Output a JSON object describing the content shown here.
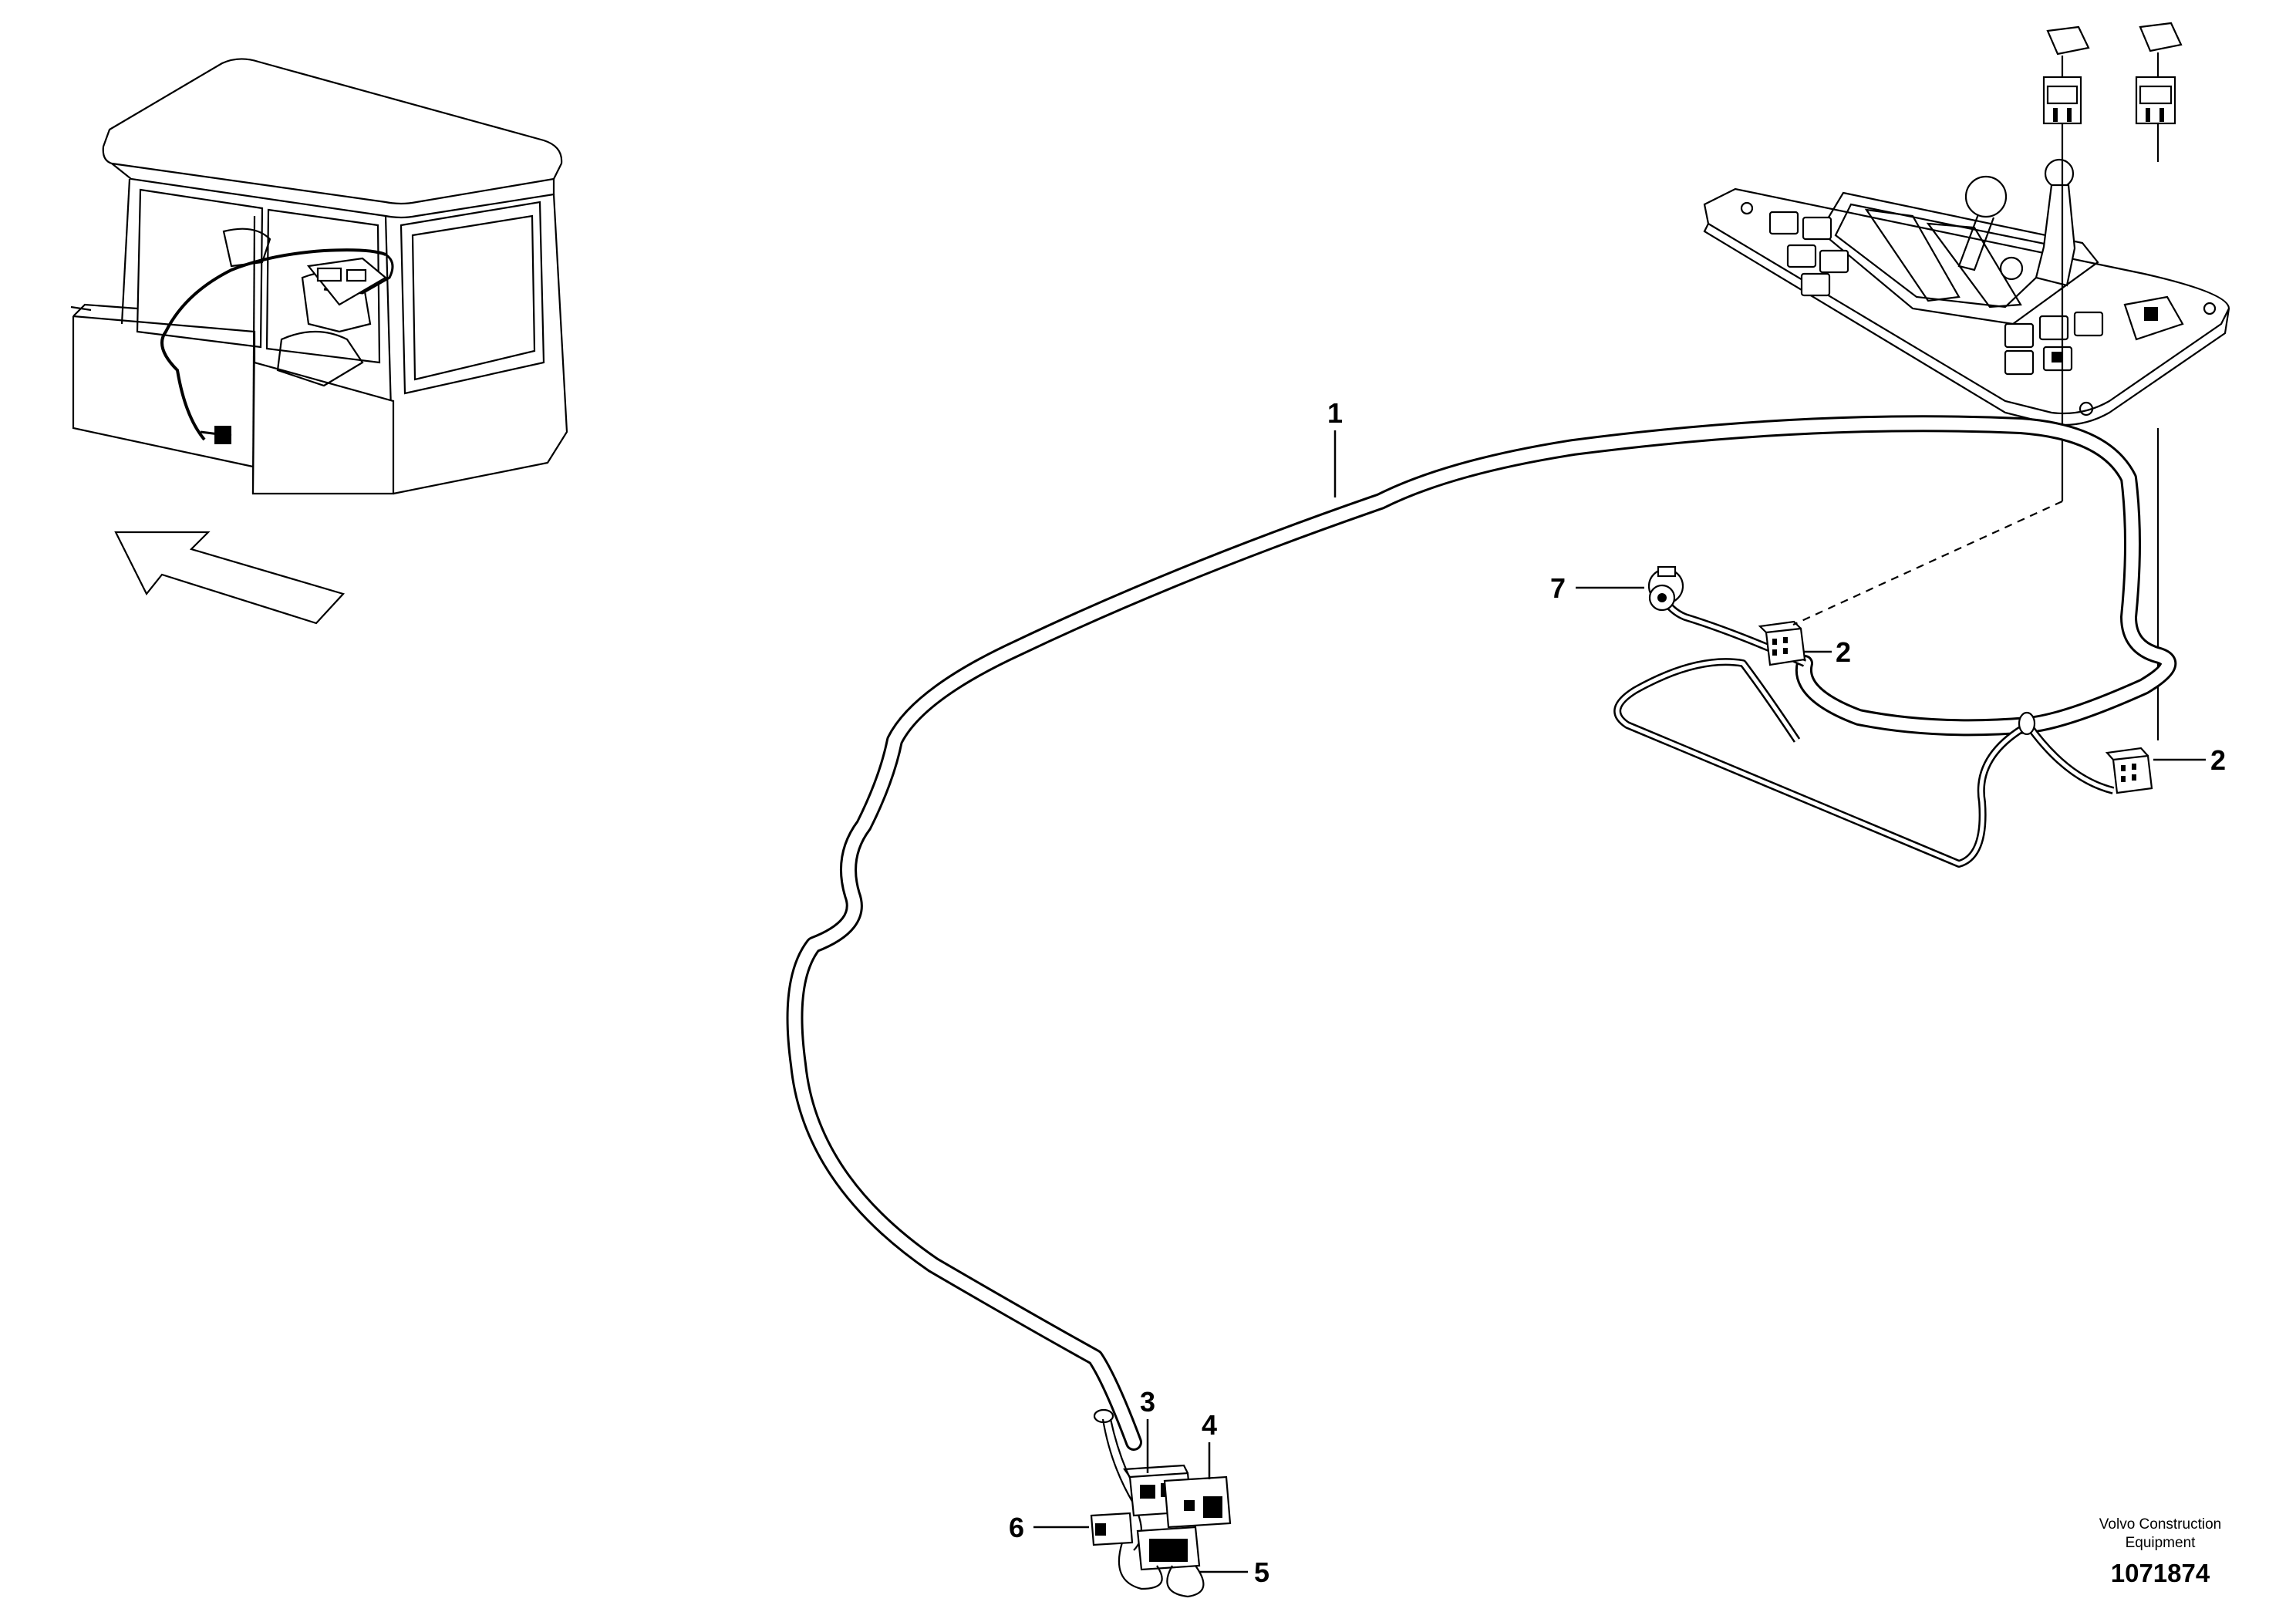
{
  "callouts": {
    "c1": "1",
    "c2a": "2",
    "c2b": "2",
    "c3": "3",
    "c4": "4",
    "c5": "5",
    "c6": "6",
    "c7": "7"
  },
  "brand": {
    "line1": "Volvo Construction",
    "line2": "Equipment"
  },
  "document_number": "1071874"
}
